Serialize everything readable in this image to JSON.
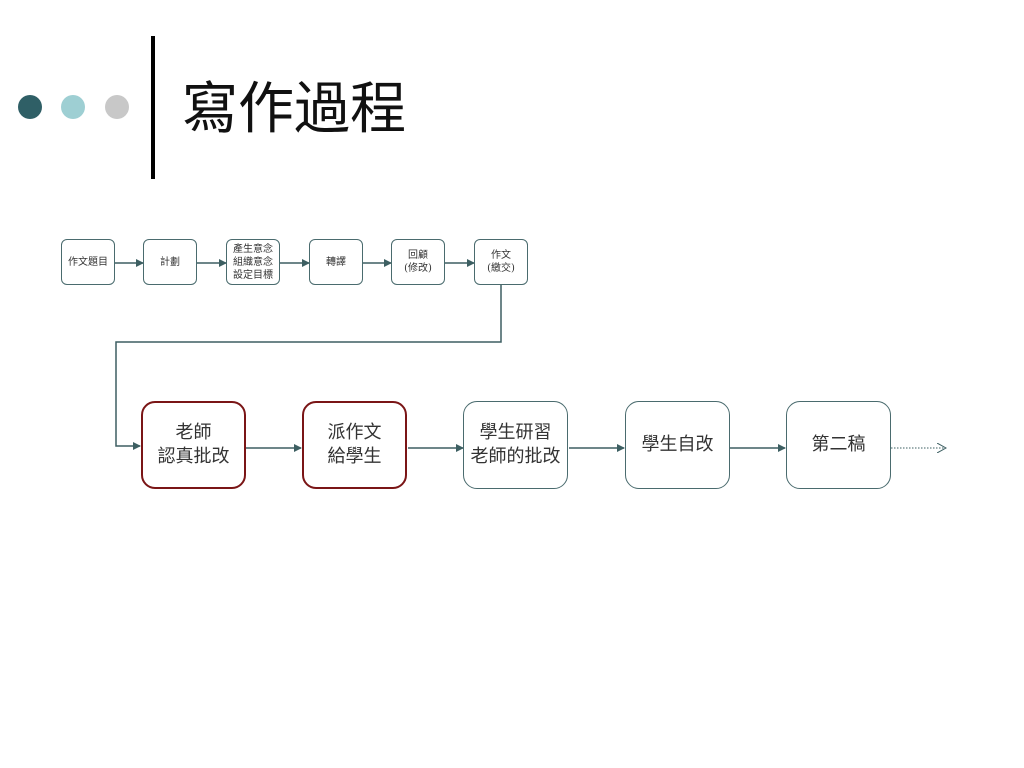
{
  "title": "寫作過程",
  "colors": {
    "dot_dark": "#2f5f66",
    "dot_light": "#9ecfd3",
    "dot_gray": "#c8c8c8",
    "box_border": "#4a6b6e",
    "highlight_border": "#7a1516",
    "arrow": "#3d5f62"
  },
  "process_steps": [
    {
      "label": "作文題目"
    },
    {
      "label": "計劃"
    },
    {
      "label": "產生意念\n組織意念\n設定目標"
    },
    {
      "label": "轉譯"
    },
    {
      "label": "回顧\n(修改)"
    },
    {
      "label": "作文\n(繳交)"
    }
  ],
  "revision_steps": [
    {
      "label": "老師\n認真批改",
      "highlight": true
    },
    {
      "label": "派作文\n給學生",
      "highlight": true
    },
    {
      "label": "學生研習\n老師的批改",
      "highlight": false
    },
    {
      "label": "學生自改",
      "highlight": false
    },
    {
      "label": "第二稿",
      "highlight": false
    }
  ]
}
